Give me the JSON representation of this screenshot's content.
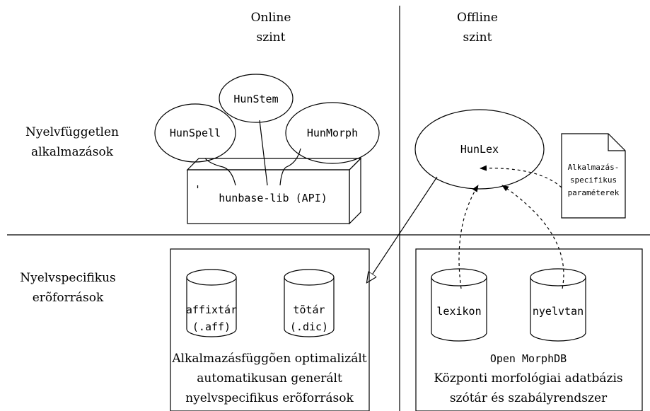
{
  "levels": {
    "online": [
      "Online",
      "szint"
    ],
    "offline": [
      "Offline",
      "szint"
    ]
  },
  "rows": {
    "independent": [
      "Nyelvfüggetlen",
      "alkalmazások"
    ],
    "specific": [
      "Nyelvspecifikus",
      "erõforrások"
    ]
  },
  "apps": {
    "hunstem": "HunStem",
    "hunspell": "HunSpell",
    "hunmorph": "HunMorph",
    "hunlex": "HunLex",
    "api": "hunbase-lib (API)",
    "api_tick": "'"
  },
  "note": [
    "Alkalmazás-",
    "specifikus",
    "paraméterek"
  ],
  "resources_left": {
    "db1": [
      "affixtár",
      "(.aff)"
    ],
    "db2": [
      "tõtár",
      "(.dic)"
    ],
    "caption": [
      "Alkalmazásfüggõen optimalizált",
      "automatikusan generált",
      "nyelvspecifikus erõforrások"
    ]
  },
  "resources_right": {
    "db1": "lexikon",
    "db2": "nyelvtan",
    "title": "Open MorphDB",
    "caption": [
      "Központi morfológiai adatbázis",
      "szótár és szabályrendszer"
    ]
  }
}
